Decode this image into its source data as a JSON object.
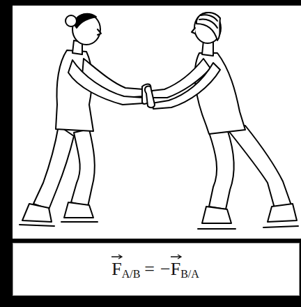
{
  "diagram": {
    "labels": [
      "F",
      "A/B",
      "=",
      "−",
      "F",
      "B/A"
    ]
  }
}
